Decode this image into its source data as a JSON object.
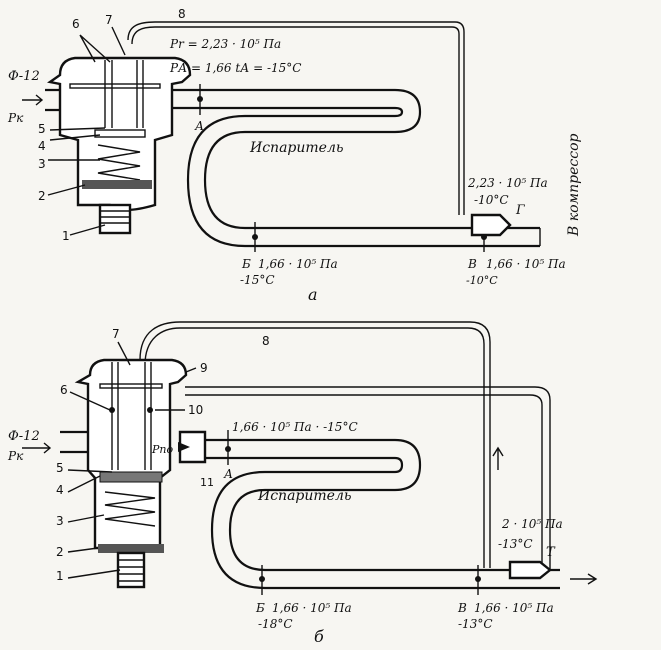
{
  "diagram_a": {
    "refrigerant": "Ф-12",
    "pk": "Pк",
    "label_p_r": "Pr = 2,23 · 10⁵ Па",
    "label_p_a": "PА = 1,66   tА = -15°С",
    "point_a": "А",
    "evaporator": "Испаритель",
    "point_b": "Б",
    "point_b_pressure": "1,66 · 10⁵ Па",
    "point_b_temp": "-15°С",
    "point_v": "В",
    "point_v_pressure": "1,66 · 10⁵ Па",
    "point_v_temp": "-10°С",
    "bulb_pressure": "2,23 · 10⁵ Па",
    "bulb_temp": "-10°С",
    "bulb_label": "Г",
    "to_compressor": "В компрессор",
    "caption": "а",
    "parts": [
      "1",
      "2",
      "3",
      "4",
      "5",
      "6",
      "7",
      "8"
    ]
  },
  "diagram_b": {
    "refrigerant": "Ф-12",
    "pk": "Pк",
    "label_inlet": "1,66 · 10⁵ Па · -15°С",
    "p_po": "Pпо",
    "point_a": "А",
    "evaporator": "Испаритель",
    "point_b": "Б",
    "point_b_pressure": "1,66 · 10⁵ Па",
    "point_b_temp": "-18°С",
    "point_v": "В",
    "point_v_pressure": "1,66 · 10⁵ Па",
    "point_v_temp": "-13°С",
    "bulb_pressure": "2 · 10⁵ Па",
    "bulb_temp": "-13°С",
    "bulb_label": "Т",
    "caption": "б",
    "parts": [
      "1",
      "2",
      "3",
      "4",
      "5",
      "6",
      "7",
      "8",
      "9",
      "10",
      "11"
    ]
  }
}
